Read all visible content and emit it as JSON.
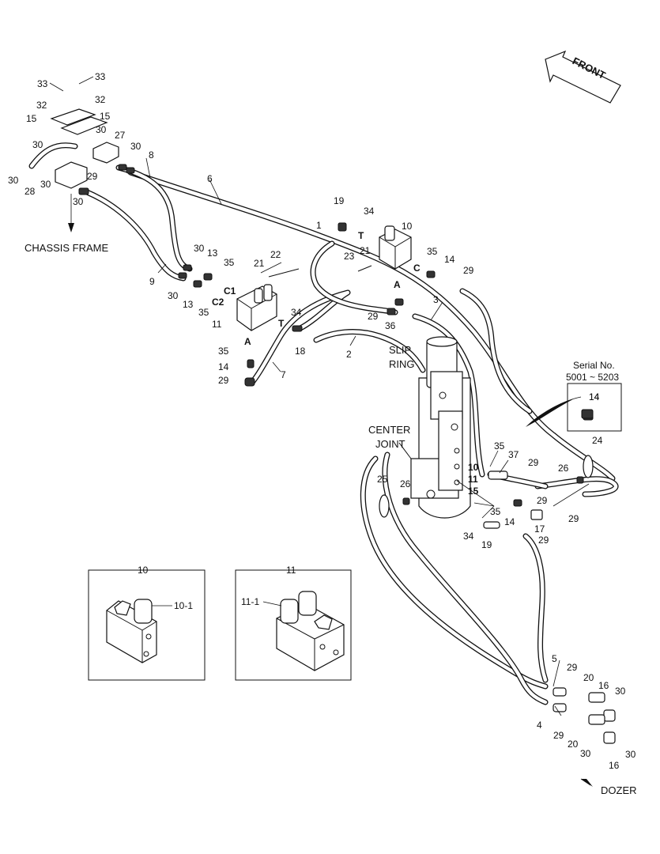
{
  "labels": {
    "front": "FRONT",
    "chassis_frame": "CHASSIS FRAME",
    "slip_ring_1": "SLIP",
    "slip_ring_2": "RING",
    "center_joint_1": "CENTER",
    "center_joint_2": "JOINT",
    "dozer": "DOZER",
    "serial_no_1": "Serial No.",
    "serial_no_2": "5001 ~ 5203"
  },
  "ports": {
    "c1": "C1",
    "c2": "C2",
    "t_left": "T",
    "a_left": "A",
    "t_right": "T",
    "a_right": "A",
    "c_right": "C",
    "p10": "10",
    "p11": "11",
    "p15": "15"
  },
  "callouts": [
    "33",
    "33",
    "32",
    "32",
    "15",
    "15",
    "30",
    "27",
    "30",
    "30",
    "8",
    "30",
    "28",
    "30",
    "29",
    "30",
    "6",
    "9",
    "30",
    "13",
    "35",
    "30",
    "13",
    "35",
    "21",
    "22",
    "11",
    "34",
    "18",
    "35",
    "14",
    "29",
    "7",
    "2",
    "19",
    "34",
    "1",
    "10",
    "23",
    "21",
    "35",
    "14",
    "29",
    "36",
    "29",
    "3",
    "14",
    "24",
    "35",
    "37",
    "29",
    "26",
    "25",
    "26",
    "35",
    "14",
    "29",
    "29",
    "17",
    "34",
    "19",
    "29",
    "5",
    "29",
    "20",
    "16",
    "30",
    "4",
    "29",
    "20",
    "30",
    "16",
    "30"
  ],
  "insets": {
    "box10_title": "10",
    "box10_part": "10-1",
    "box11_title": "11",
    "box11_part": "11-1",
    "serial_part": "14"
  }
}
